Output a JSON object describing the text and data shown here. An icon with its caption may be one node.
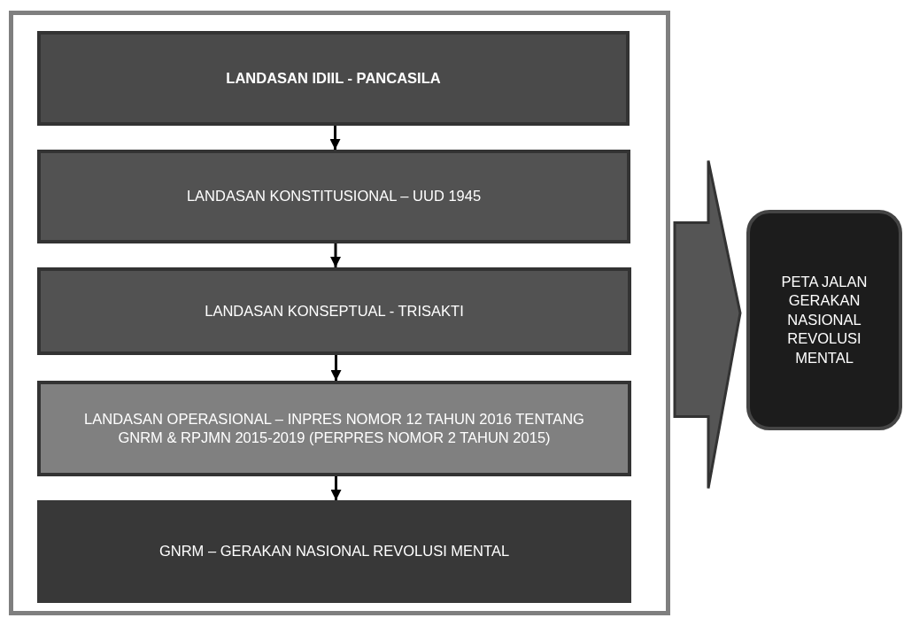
{
  "diagram": {
    "nodes": [
      {
        "text": [],
        "shape": "box"
      },
      {
        "text": [
          "LANDASAN IDIIL - PANCASILA"
        ],
        "in": 0
      },
      {
        "text": [
          "LANDASAN KONSTITUSIONAL – UUD 1945"
        ],
        "in": 0
      },
      {
        "text": [
          "LANDASAN KONSEPTUAL - TRISAKTI"
        ],
        "in": 0
      },
      {
        "text": [
          "LANDASAN OPERASIONAL – INPRES NOMOR 12 TAHUN 2016 TENTANG GNRM & RPJMN 2015-2019 (PERPRES NOMOR 2 TAHUN 2015)"
        ],
        "in": 0
      },
      {
        "text": [
          "GNRM – GERAKAN NASIONAL REVOLUSI MENTAL"
        ],
        "in": 0
      },
      {
        "text": [
          "PETA JALAN GERAKAN NASIONAL REVOLUSI MENTAL"
        ]
      }
    ],
    "edges": [
      {
        "from": 1,
        "to": 2,
        "arrow": "to"
      },
      {
        "from": 2,
        "to": 3,
        "arrow": "to"
      },
      {
        "from": 3,
        "to": 4,
        "arrow": "to"
      },
      {
        "from": 4,
        "to": 5,
        "arrow": "to"
      },
      {
        "from": 0,
        "to": 6,
        "arrow": "to",
        "style": "thick"
      }
    ]
  }
}
